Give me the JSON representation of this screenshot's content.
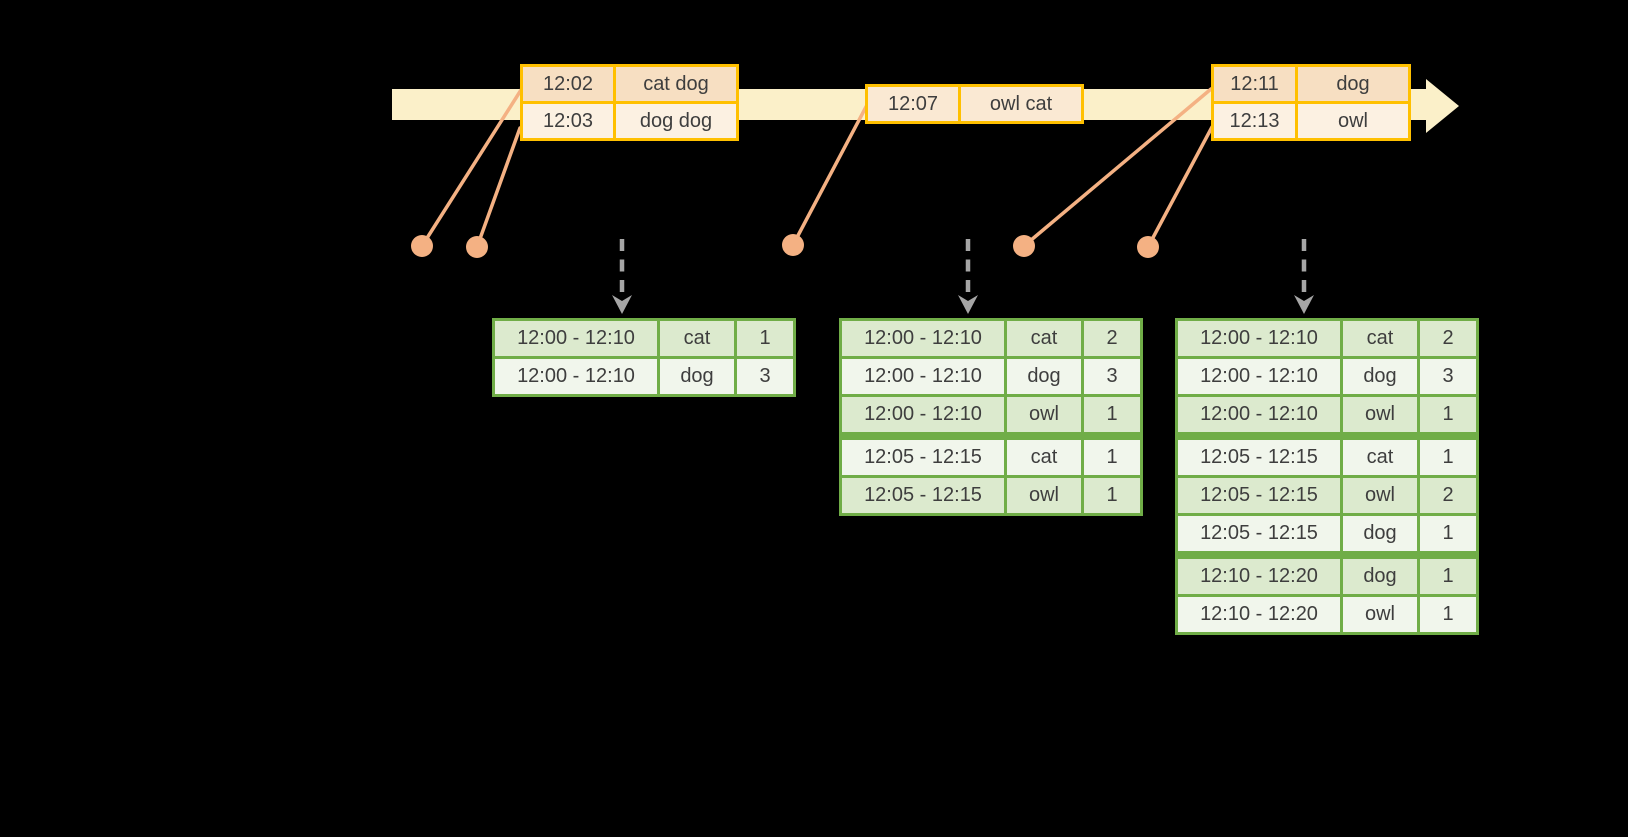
{
  "colors": {
    "background": "#000000",
    "timeline_fill": "#FBF0C9",
    "event_table_border": "#FFC000",
    "event_row_dark": "#F7DFC2",
    "event_row_light": "#FCF1E2",
    "connector_salmon": "#F4B183",
    "result_table_border": "#70AD47",
    "result_row_dark": "#DCEACE",
    "result_row_light": "#F1F6EC",
    "trigger_arrow_gray": "#A6A6A6",
    "text": "#3E3E3E"
  },
  "timeline": {
    "arrow_direction": "right"
  },
  "event_tables": [
    {
      "rows": [
        {
          "time": "12:02",
          "words": "cat dog"
        },
        {
          "time": "12:03",
          "words": "dog dog"
        }
      ]
    },
    {
      "rows": [
        {
          "time": "12:07",
          "words": "owl cat"
        }
      ]
    },
    {
      "rows": [
        {
          "time": "12:11",
          "words": "dog"
        },
        {
          "time": "12:13",
          "words": "owl"
        }
      ]
    }
  ],
  "result_tables": [
    {
      "rows": [
        {
          "window": "12:00 - 12:10",
          "word": "cat",
          "count": "1"
        },
        {
          "window": "12:00 - 12:10",
          "word": "dog",
          "count": "3"
        }
      ]
    },
    {
      "rows": [
        {
          "window": "12:00 - 12:10",
          "word": "cat",
          "count": "2"
        },
        {
          "window": "12:00 - 12:10",
          "word": "dog",
          "count": "3"
        },
        {
          "window": "12:00 - 12:10",
          "word": "owl",
          "count": "1"
        },
        {
          "window": "12:05 - 12:15",
          "word": "cat",
          "count": "1"
        },
        {
          "window": "12:05 - 12:15",
          "word": "owl",
          "count": "1"
        }
      ]
    },
    {
      "rows": [
        {
          "window": "12:00 - 12:10",
          "word": "cat",
          "count": "2"
        },
        {
          "window": "12:00 - 12:10",
          "word": "dog",
          "count": "3"
        },
        {
          "window": "12:00 - 12:10",
          "word": "owl",
          "count": "1"
        },
        {
          "window": "12:05 - 12:15",
          "word": "cat",
          "count": "1"
        },
        {
          "window": "12:05 - 12:15",
          "word": "owl",
          "count": "2"
        },
        {
          "window": "12:05 - 12:15",
          "word": "dog",
          "count": "1"
        },
        {
          "window": "12:10 - 12:20",
          "word": "dog",
          "count": "1"
        },
        {
          "window": "12:10 - 12:20",
          "word": "owl",
          "count": "1"
        }
      ]
    }
  ]
}
